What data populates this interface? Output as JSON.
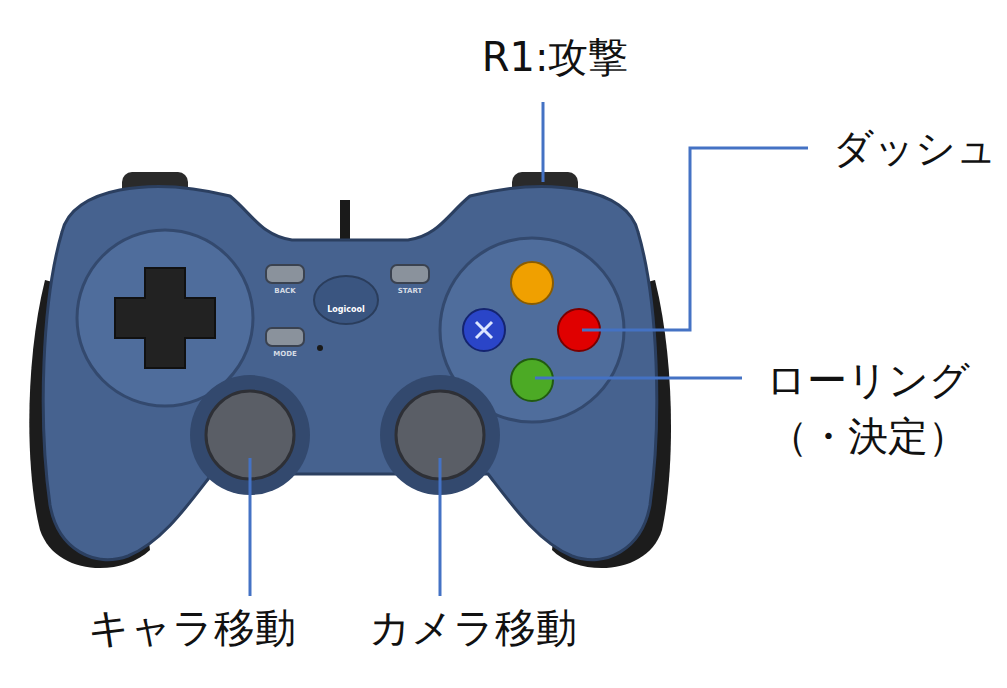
{
  "diagram": {
    "labels": [
      "R1:攻撃",
      "ダッシュ",
      "ローリング （・決定）",
      "キャラ移動",
      "カメラ移動",
      "BACK",
      "START",
      "MODE",
      "Logicool"
    ]
  }
}
